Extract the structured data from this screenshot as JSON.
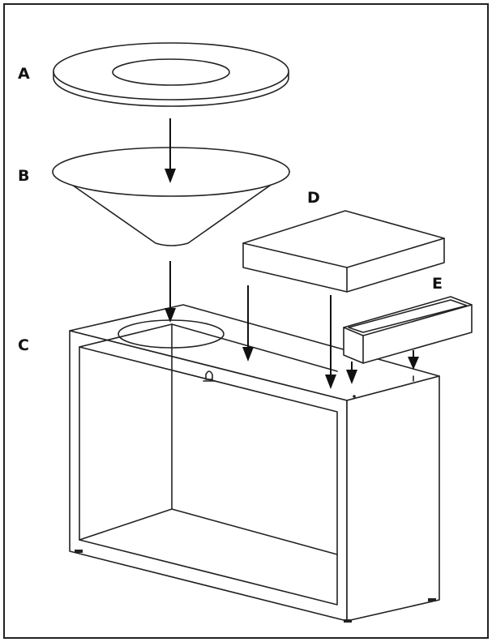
{
  "parts": [
    {
      "id": "A",
      "label": "A",
      "shape": "flat-ring-top-plate"
    },
    {
      "id": "B",
      "label": "B",
      "shape": "cone-funnel"
    },
    {
      "id": "C",
      "label": "C",
      "shape": "open-frame-base"
    },
    {
      "id": "D",
      "label": "D",
      "shape": "square-slab"
    },
    {
      "id": "E",
      "label": "E",
      "shape": "narrow-rectangular-trough"
    }
  ],
  "colors": {
    "line": "#222222",
    "background": "#ffffff"
  }
}
